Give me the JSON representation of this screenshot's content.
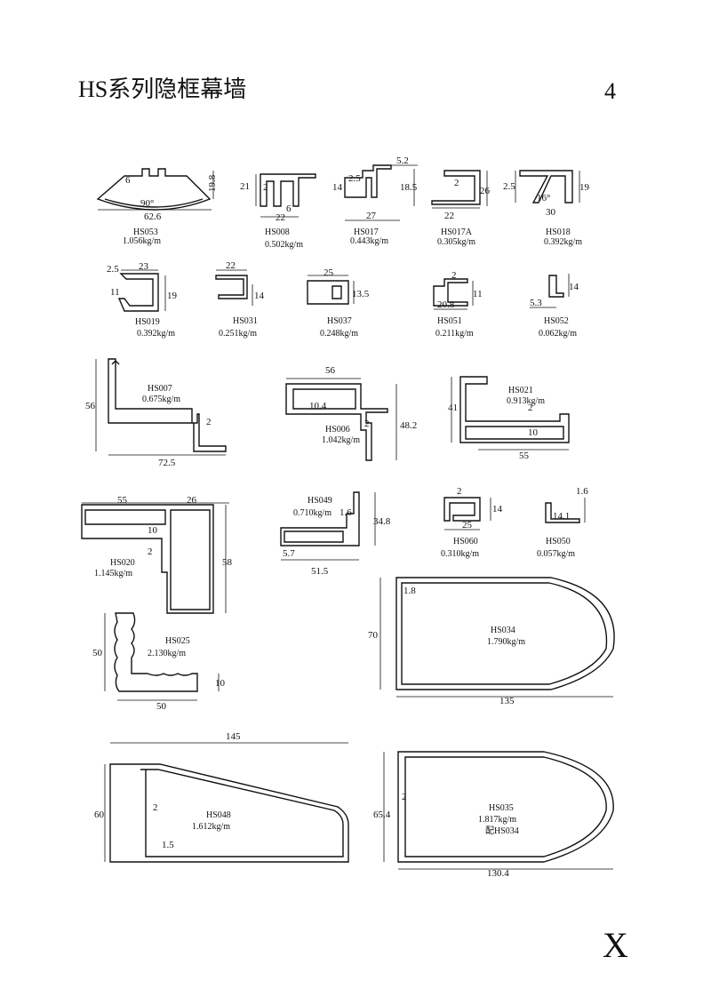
{
  "title": "HS系列隐框幕墙",
  "page_number": "4",
  "page_letter": "X",
  "profiles": [
    {
      "code": "HS053",
      "weight": "1.056kg/m",
      "dims": [
        "19.8",
        "62.6",
        "90°",
        "6"
      ]
    },
    {
      "code": "HS008",
      "weight": "0.502kg/m",
      "dims": [
        "21",
        "22",
        "2",
        "6"
      ]
    },
    {
      "code": "HS017",
      "weight": "0.443kg/m",
      "dims": [
        "5.2",
        "14",
        "2.5",
        "18.5",
        "27"
      ]
    },
    {
      "code": "HS017A",
      "weight": "0.305kg/m",
      "dims": [
        "2",
        "26",
        "22"
      ]
    },
    {
      "code": "HS018",
      "weight": "0.392kg/m",
      "dims": [
        "2.5",
        "19",
        "16°",
        "30"
      ]
    },
    {
      "code": "HS019",
      "weight": "0.392kg/m",
      "dims": [
        "2.5",
        "23",
        "11",
        "19"
      ]
    },
    {
      "code": "HS031",
      "weight": "0.251kg/m",
      "dims": [
        "22",
        "14"
      ]
    },
    {
      "code": "HS037",
      "weight": "0.248kg/m",
      "dims": [
        "25",
        "13.5"
      ]
    },
    {
      "code": "HS051",
      "weight": "0.211kg/m",
      "dims": [
        "2",
        "11",
        "20.8"
      ]
    },
    {
      "code": "HS052",
      "weight": "0.062kg/m",
      "dims": [
        "5.3",
        "14"
      ]
    },
    {
      "code": "HS007",
      "weight": "0.675kg/m",
      "dims": [
        "56",
        "2",
        "72.5"
      ]
    },
    {
      "code": "HS006",
      "weight": "1.042kg/m",
      "dims": [
        "56",
        "10.4",
        "2",
        "48.2"
      ]
    },
    {
      "code": "HS021",
      "weight": "0.913kg/m",
      "dims": [
        "41",
        "2",
        "10",
        "55"
      ]
    },
    {
      "code": "HS020",
      "weight": "1.145kg/m",
      "dims": [
        "55",
        "26",
        "10",
        "2",
        "58"
      ]
    },
    {
      "code": "HS049",
      "weight": "0.710kg/m",
      "dims": [
        "1.6",
        "34.8",
        "5.7",
        "51.5"
      ]
    },
    {
      "code": "HS060",
      "weight": "0.310kg/m",
      "dims": [
        "2",
        "14",
        "25"
      ]
    },
    {
      "code": "HS050",
      "weight": "0.057kg/m",
      "dims": [
        "1.6",
        "14.1"
      ]
    },
    {
      "code": "HS025",
      "weight": "2.130kg/m",
      "dims": [
        "50",
        "10",
        "50"
      ]
    },
    {
      "code": "HS034",
      "weight": "1.790kg/m",
      "dims": [
        "1.8",
        "70",
        "135"
      ]
    },
    {
      "code": "HS048",
      "weight": "1.612kg/m",
      "dims": [
        "145",
        "60",
        "2",
        "1.5"
      ]
    },
    {
      "code": "HS035",
      "weight": "1.817kg/m",
      "note": "配HS034",
      "dims": [
        "65.4",
        "2",
        "130.4"
      ]
    }
  ]
}
